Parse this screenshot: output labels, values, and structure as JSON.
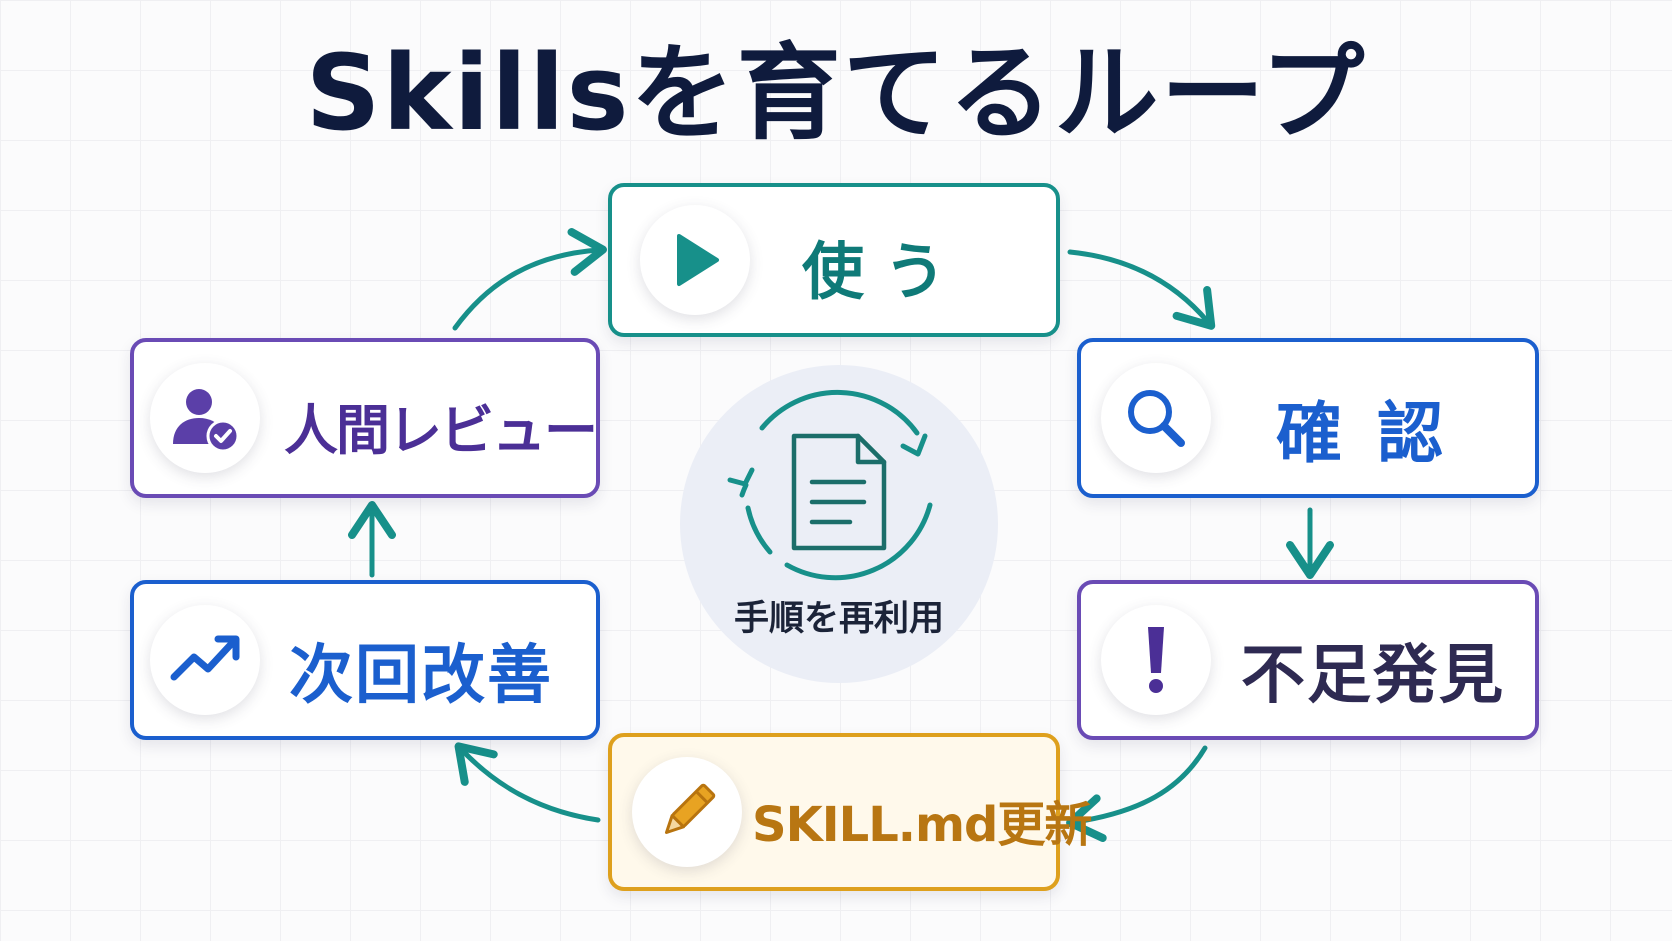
{
  "title": "Skillsを育てるループ",
  "center": {
    "label": "手順を再利用",
    "icon": "document-cycle-icon"
  },
  "nodes": {
    "use": {
      "label": "使う",
      "icon": "play-icon",
      "color": "#17908a"
    },
    "check": {
      "label": "確 認",
      "icon": "search-icon",
      "color": "#1b5fce"
    },
    "gap": {
      "label": "不足発見",
      "icon": "exclamation-icon",
      "color": "#6a4bb5"
    },
    "update": {
      "label": "SKILL.md更新",
      "icon": "pencil-icon",
      "color": "#dea01d"
    },
    "improve": {
      "label": "次回改善",
      "icon": "trend-up-icon",
      "color": "#1b5fce"
    },
    "review": {
      "label": "人間レビュー",
      "icon": "user-check-icon",
      "color": "#6a4bb5"
    }
  },
  "colors": {
    "arrow": "#17908a",
    "title": "#0f1b3d"
  }
}
